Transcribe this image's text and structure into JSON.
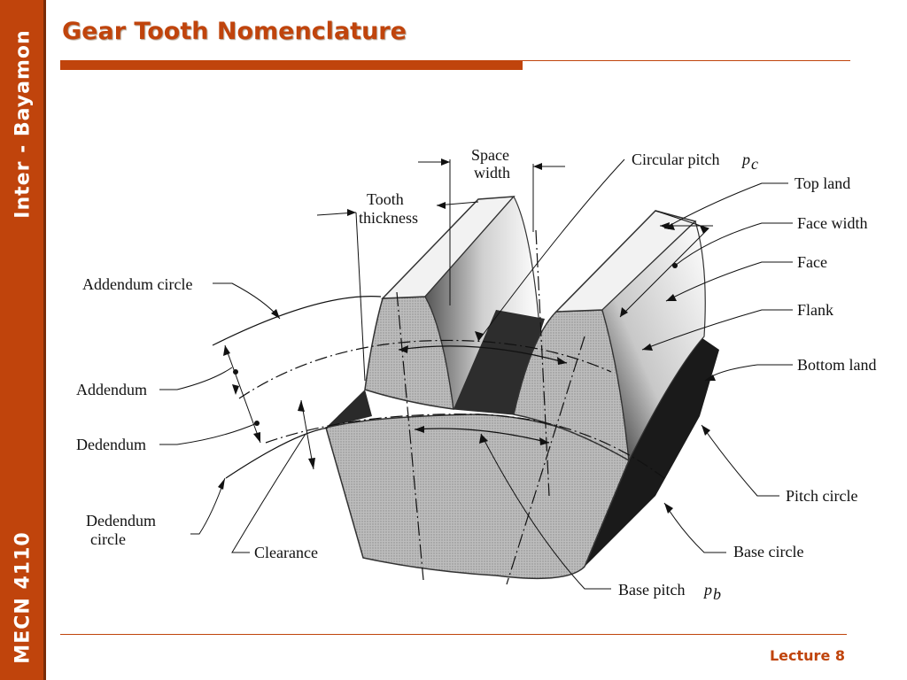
{
  "sidebar": {
    "top_text": "Inter - Bayamon",
    "bottom_text": "MECN 4110"
  },
  "header": {
    "title": "Gear Tooth Nomenclature"
  },
  "footer": {
    "text": "Lecture 8"
  },
  "colors": {
    "accent": "#c0440c",
    "sidebar_border": "#7a2c08"
  },
  "diagram": {
    "labels": {
      "space_width_1": "Space",
      "space_width_2": "width",
      "tooth_thickness_1": "Tooth",
      "tooth_thickness_2": "thickness",
      "circular_pitch": "Circular pitch",
      "circular_pitch_sym": "p",
      "circular_pitch_sub": "c",
      "top_land": "Top land",
      "face_width": "Face width",
      "face": "Face",
      "flank": "Flank",
      "bottom_land": "Bottom land",
      "addendum_circle": "Addendum circle",
      "addendum": "Addendum",
      "dedendum": "Dedendum",
      "dedendum_circle_1": "Dedendum",
      "dedendum_circle_2": "circle",
      "clearance": "Clearance",
      "pitch_circle": "Pitch circle",
      "base_circle": "Base circle",
      "base_pitch": "Base pitch",
      "base_pitch_sym": "p",
      "base_pitch_sub": "b"
    }
  }
}
